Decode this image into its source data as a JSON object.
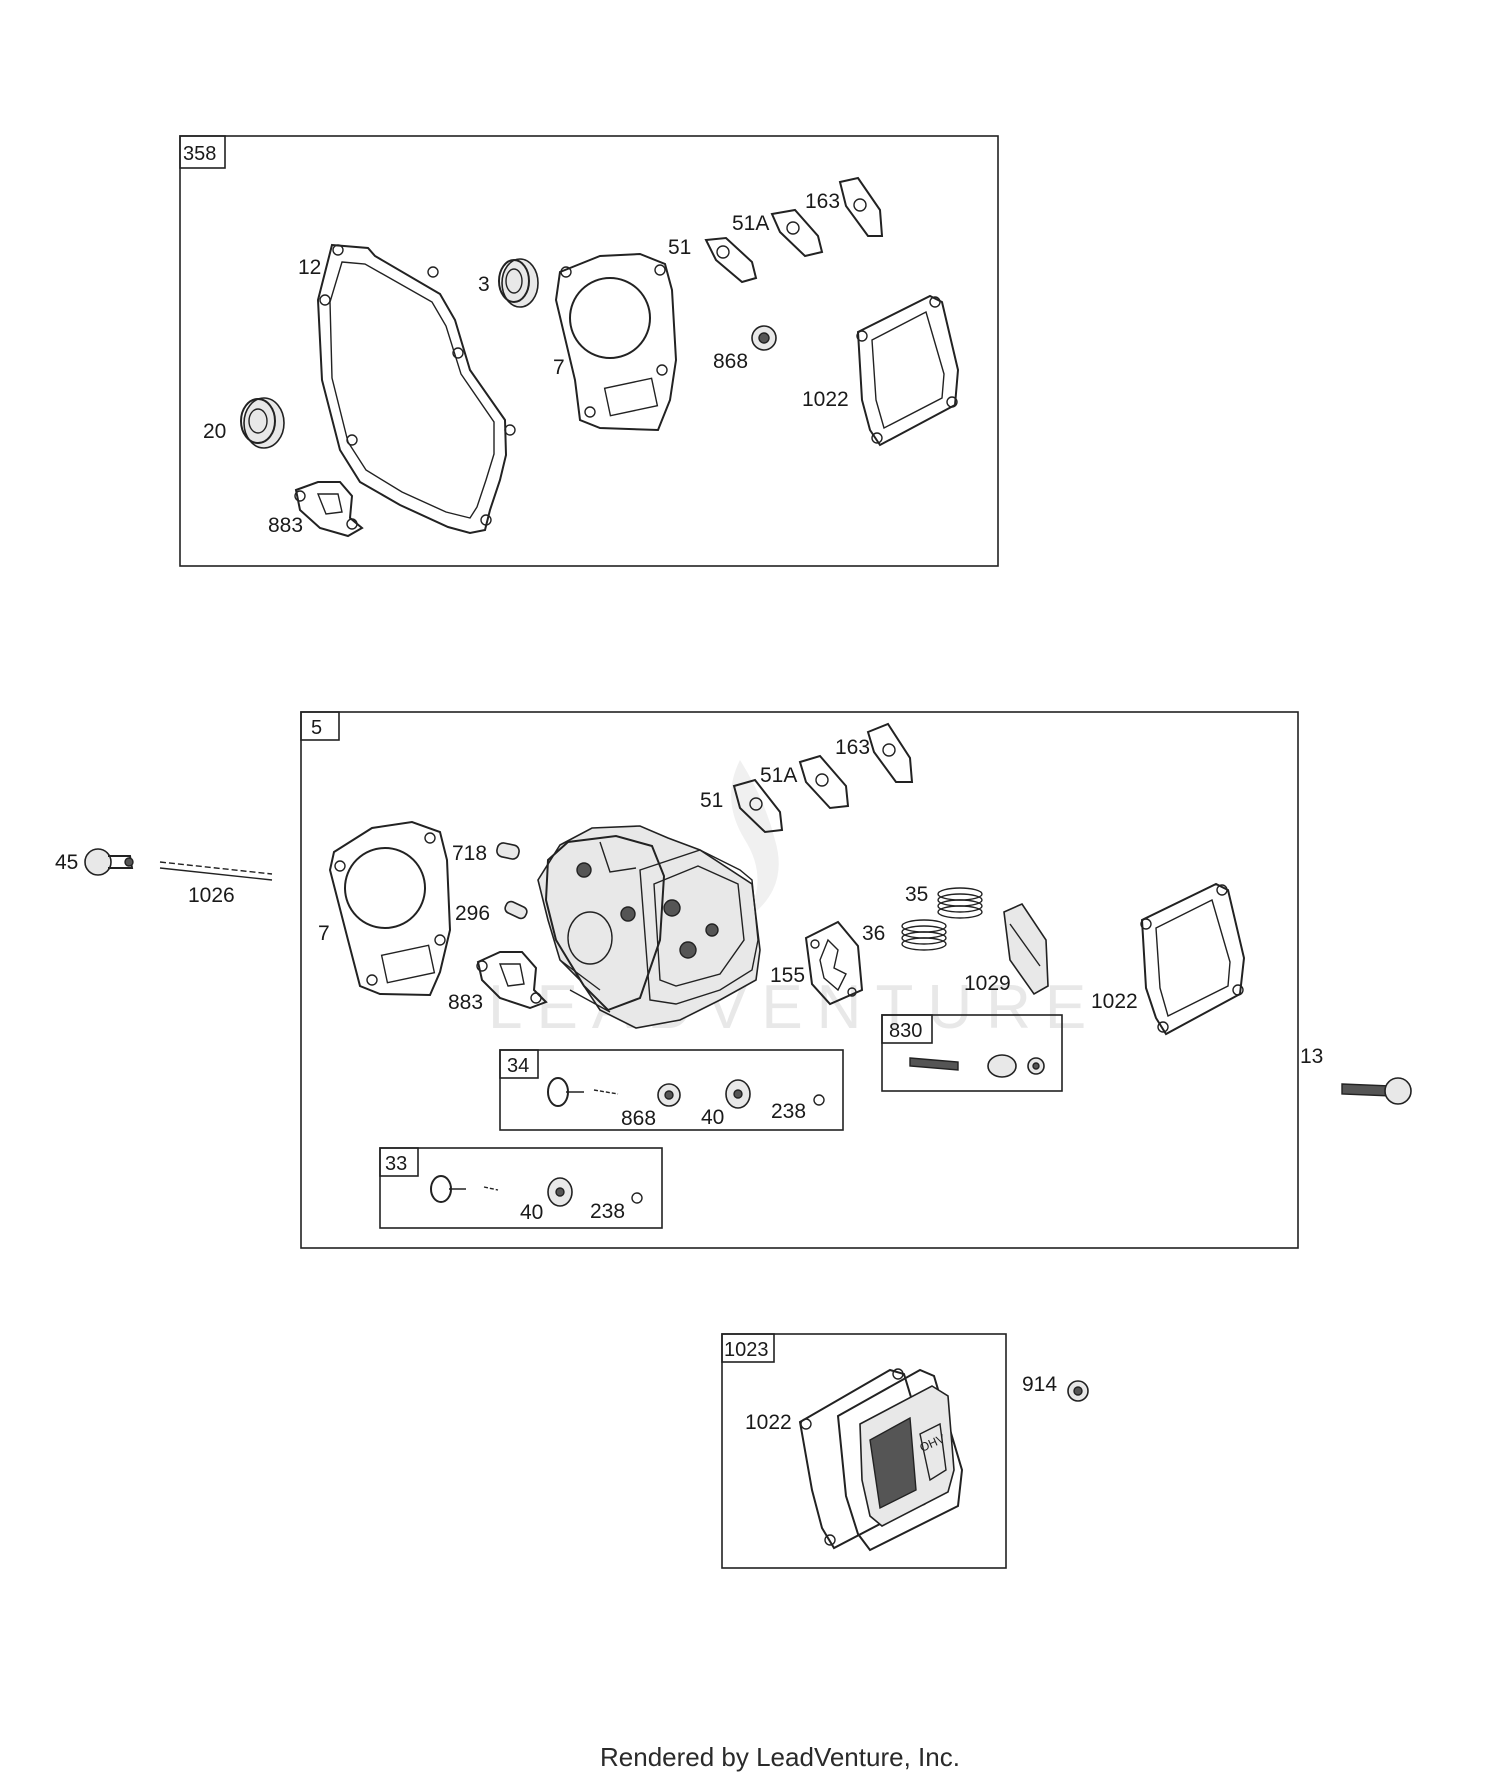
{
  "watermark": "LEADVENTURE",
  "footer": "Rendered by LeadVenture, Inc.",
  "groups": {
    "g358": {
      "box_label": "358",
      "labels": {
        "p12": "12",
        "p3": "3",
        "p7": "7",
        "p51": "51",
        "p51a": "51A",
        "p163": "163",
        "p868": "868",
        "p1022": "1022",
        "p20": "20",
        "p883": "883"
      }
    },
    "g5": {
      "box_label": "5",
      "labels": {
        "p163": "163",
        "p51a": "51A",
        "p51": "51",
        "p718": "718",
        "p296": "296",
        "p7": "7",
        "p883": "883",
        "p35": "35",
        "p36": "36",
        "p155": "155",
        "p1029": "1029",
        "p1022": "1022"
      }
    },
    "g34": {
      "box_label": "34",
      "labels": {
        "p868": "868",
        "p40": "40",
        "p238": "238"
      }
    },
    "g33": {
      "box_label": "33",
      "labels": {
        "p40": "40",
        "p238": "238"
      }
    },
    "g830": {
      "box_label": "830"
    },
    "g1023": {
      "box_label": "1023",
      "labels": {
        "p1022": "1022"
      }
    }
  },
  "standalone": {
    "p45": "45",
    "p1026": "1026",
    "p13": "13",
    "p914": "914"
  }
}
